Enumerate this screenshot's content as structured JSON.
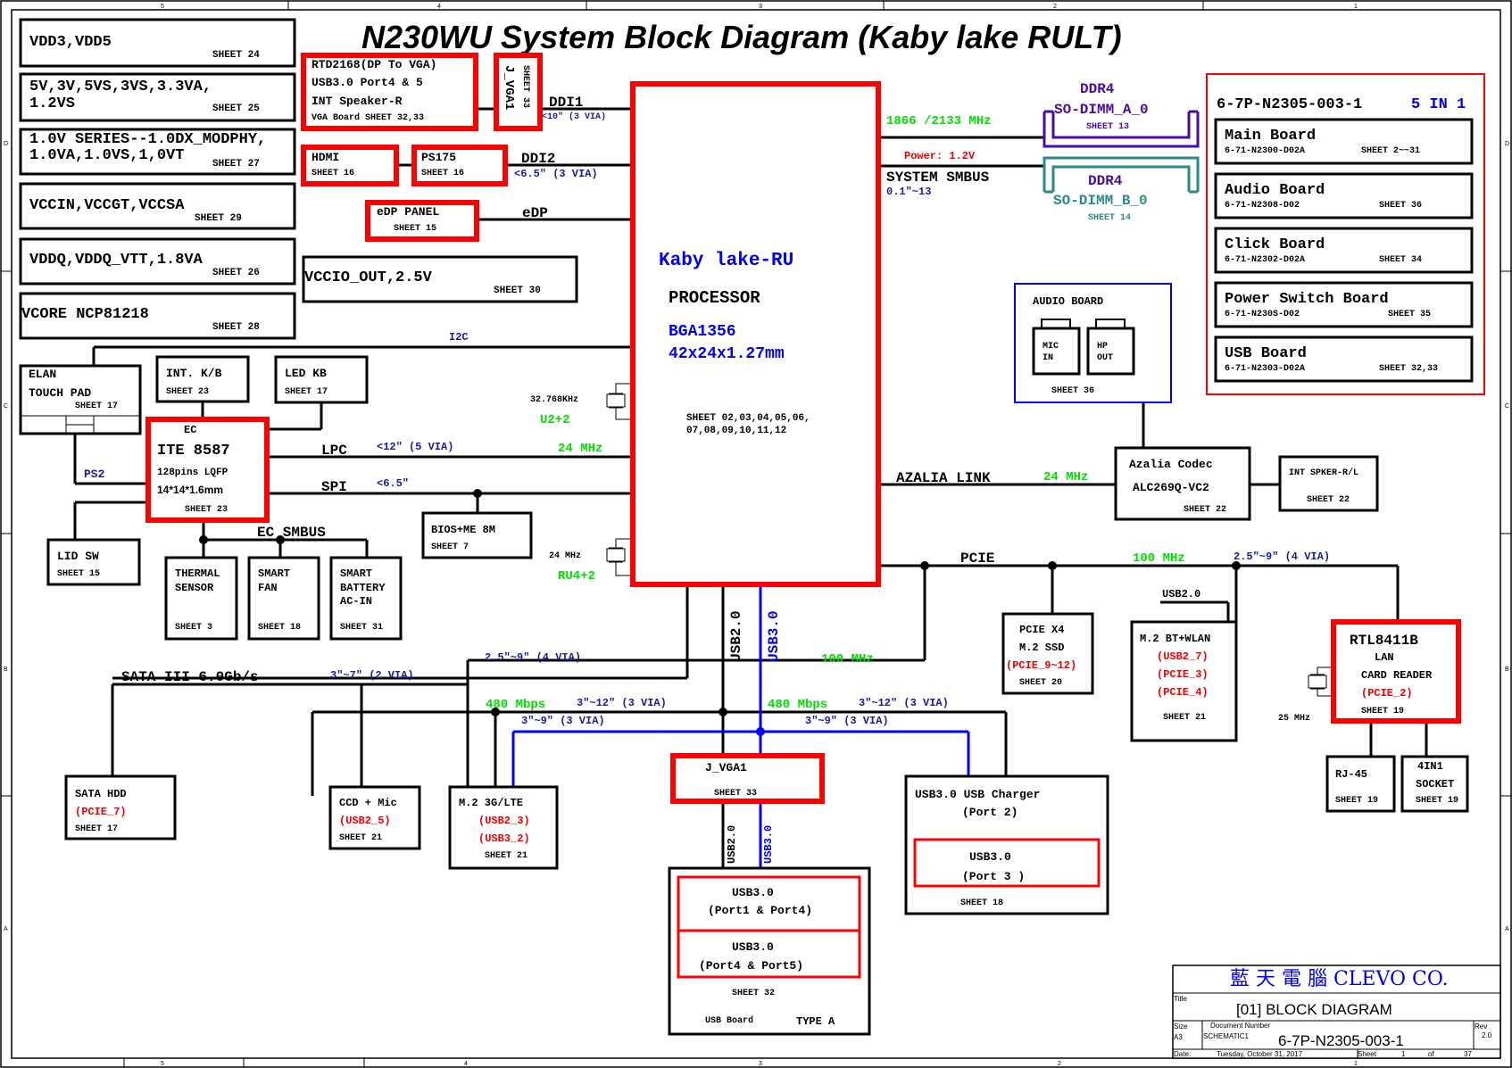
{
  "title": "N230WU System Block Diagram (Kaby lake RULT)",
  "frame": {
    "columns": [
      "5",
      "4",
      "3",
      "2",
      "1"
    ],
    "rows": [
      "D",
      "C",
      "B",
      "A"
    ]
  },
  "power_blocks": [
    {
      "label1": "VDD3,VDD5",
      "label2": "",
      "sheet": "SHEET 24"
    },
    {
      "label1": "5V,3V,5VS,3VS,3.3VA,",
      "label2": "1.2VS",
      "sheet": "SHEET 25"
    },
    {
      "label1": "1.0V SERIES--1.0DX_MODPHY,",
      "label2": "1.0VA,1.0VS,1,0VT",
      "sheet": "SHEET 27"
    },
    {
      "label1": "VCCIN,VCCGT,VCCSA",
      "label2": "",
      "sheet": "SHEET 29"
    },
    {
      "label1": "VDDQ,VDDQ_VTT,1.8VA",
      "label2": "",
      "sheet": "SHEET 26"
    },
    {
      "label1": "VCORE NCP81218",
      "label2": "",
      "sheet": "SHEET 28"
    }
  ],
  "vccio": {
    "label": "VCCIO_OUT,2.5V",
    "sheet": "SHEET 30"
  },
  "rtd": {
    "l1": "RTD2168(DP To VGA)",
    "l2": "USB3.0 Port4 & 5",
    "l3": "INT Speaker-R",
    "l4": "VGA Board SHEET 32,33"
  },
  "jvga_top": {
    "label": "J_VGA1",
    "sheet": "SHEET 33"
  },
  "hdmi": {
    "label": "HDMI",
    "sheet": "SHEET 16"
  },
  "ps175": {
    "label": "PS175",
    "sheet": "SHEET 16"
  },
  "edp_panel": {
    "label": "eDP PANEL",
    "sheet": "SHEET 15"
  },
  "buses": {
    "ddi1": "DDI1",
    "ddi1_spec": "<10\" (3 VIA)",
    "ddi2": "DDI2",
    "ddi2_spec": "<6.5\" (3 VIA)",
    "edp": "eDP",
    "i2c": "I2C",
    "lpc": "LPC",
    "lpc_spec": "<12\" (5 VIA)",
    "lpc_clk": "24 MHz",
    "spi": "SPI",
    "spi_spec": "<6.5\"",
    "ps2": "PS2",
    "ec_smbus": "EC SMBUS",
    "sata": "SATA III 6.0Gb/s",
    "sata_spec": "3\"~7\" (2 VIA)",
    "pcie_left_spec": "2.5\"~9\" (4 VIA)",
    "usb2": "USB2.0",
    "usb3": "USB3.0",
    "pcie_left_clk": "100 MHz",
    "usb2_rate_l": "480 Mbps",
    "usb2_spec_l": "3\"~12\" (3 VIA)",
    "usb3_spec_l": "3\"~9\" (3 VIA)",
    "usb2_rate_r": "480 Mbps",
    "usb2_spec_r": "3\"~12\" (3 VIA)",
    "usb3_spec_r": "3\"~9\" (3 VIA)",
    "mem_clk": "1866 /2133 MHz",
    "mem_power": "Power: 1.2V",
    "sys_smbus": "SYSTEM SMBUS",
    "sys_smbus_spec": "0.1\"~13",
    "azalia": "AZALIA LINK",
    "azalia_clk": "24 MHz",
    "pcie": "PCIE",
    "pcie_clk": "100 MHz",
    "pcie_spec": "2.5\"~9\" (4 VIA)",
    "usb2_wlan": "USB2.0"
  },
  "crystals": {
    "rtc": "32.768KHz",
    "rtc_ref": "U2+2",
    "main": "24 MHz",
    "main_ref": "RU4+2",
    "lan": "25 MHz"
  },
  "cpu": {
    "name": "Kaby lake-RU",
    "type": "PROCESSOR",
    "pkg": "BGA1356",
    "size": "42x24x1.27mm",
    "sheets1": "SHEET 02,03,04,05,06,",
    "sheets2": "07,08,09,10,11,12"
  },
  "dimm_a": {
    "l1": "DDR4",
    "l2": "SO-DIMM_A_0",
    "sheet": "SHEET 13"
  },
  "dimm_b": {
    "l1": "DDR4",
    "l2": "SO-DIMM_B_0",
    "sheet": "SHEET 14"
  },
  "boards": {
    "header_pn": "6-7P-N2305-003-1",
    "header_count": "5 IN 1",
    "items": [
      {
        "name": "Main Board",
        "pn": "6-71-N2300-D02A",
        "sheet": "SHEET 2~~31"
      },
      {
        "name": "Audio Board",
        "pn": "6-71-N2308-D02",
        "sheet": "SHEET 36"
      },
      {
        "name": "Click Board",
        "pn": "6-71-N2302-D02A",
        "sheet": "SHEET 34"
      },
      {
        "name": "Power Switch Board",
        "pn": "6-71-N230S-D02",
        "sheet": "SHEET 35"
      },
      {
        "name": "USB Board",
        "pn": "6-71-N2303-D02A",
        "sheet": "SHEET 32,33"
      }
    ]
  },
  "audio_board": {
    "title": "AUDIO BOARD",
    "mic1": "MIC",
    "mic2": "IN",
    "hp1": "HP",
    "hp2": "OUT",
    "sheet": "SHEET 36"
  },
  "codec": {
    "l1": "Azalia Codec",
    "l2": "ALC269Q-VC2",
    "sheet": "SHEET 22"
  },
  "spk": {
    "label": "INT SPKER-R/L",
    "sheet": "SHEET 22"
  },
  "touchpad": {
    "l1": "ELAN",
    "l2": "TOUCH PAD",
    "sheet": "SHEET 17"
  },
  "intkb": {
    "label": "INT. K/B",
    "sheet": "SHEET 23"
  },
  "ledkb": {
    "label": "LED KB",
    "sheet": "SHEET 17"
  },
  "ec": {
    "l0": "EC",
    "l1": "ITE 8587",
    "l2": "128pins LQFP",
    "l3": "14*14*1.6mm",
    "sheet": "SHEET 23"
  },
  "bios": {
    "label": "BIOS+ME 8M",
    "sheet": "SHEET 7"
  },
  "lidsw": {
    "label": "LID SW",
    "sheet": "SHEET 15"
  },
  "thermal": {
    "l1": "THERMAL",
    "l2": "SENSOR",
    "sheet": "SHEET 3"
  },
  "fan": {
    "l1": "SMART",
    "l2": "FAN",
    "sheet": "SHEET 18"
  },
  "battery": {
    "l1": "SMART",
    "l2": "BATTERY",
    "l3": "AC-IN",
    "sheet": "SHEET 31"
  },
  "ssd": {
    "l1": "PCIE X4",
    "l2": "M.2 SSD",
    "l3": "(PCIE_9~12)",
    "sheet": "SHEET 20"
  },
  "wlan": {
    "l1": "M.2 BT+WLAN",
    "l2": "(USB2_7)",
    "l3": "(PCIE_3)",
    "l4": "(PCIE_4)",
    "sheet": "SHEET 21"
  },
  "lan": {
    "l1": "RTL8411B",
    "l2": "LAN",
    "l3": "CARD READER",
    "l4": "(PCIE_2)",
    "sheet": "SHEET 19"
  },
  "rj45": {
    "label": "RJ-45",
    "sheet": "SHEET 19"
  },
  "socket": {
    "l1": "4IN1",
    "l2": "SOCKET",
    "sheet": "SHEET 19"
  },
  "hdd": {
    "l1": "SATA HDD",
    "l2": "(PCIE_7)",
    "sheet": "SHEET 17"
  },
  "ccd": {
    "l1": "CCD + Mic",
    "l2": "(USB2_5)",
    "sheet": "SHEET 21"
  },
  "lte": {
    "l1": "M.2 3G/LTE",
    "l2": "(USB2_3)",
    "l3": "(USB3_2)",
    "sheet": "SHEET 21"
  },
  "jvga_bottom": {
    "label": "J_VGA1",
    "sheet": "SHEET 33"
  },
  "usb_board": {
    "p1a": "USB3.0",
    "p1b": "(Port1 & Port4)",
    "p2a": "USB3.0",
    "p2b": "(Port4 & Port5)",
    "sheet": "SHEET 32",
    "name": "USB Board",
    "type": "TYPE A"
  },
  "charger": {
    "l1": "USB3.0 USB Charger",
    "l2": "(Port 2)",
    "p1": "USB3.0",
    "p2": "(Port 3 )",
    "sheet": "SHEET 18"
  },
  "titleblock": {
    "company": "藍 天 電 腦  CLEVO CO.",
    "title_lbl": "Title",
    "title": "[01] BLOCK DIAGRAM",
    "size_lbl": "Size",
    "size": "A3",
    "docnum_lbl": "Document Number",
    "docname": "SCHEMATIC1",
    "docnum": "6-7P-N2305-003-1",
    "rev_lbl": "Rev",
    "rev": "2.0",
    "date_lbl": "Date:",
    "date": "Tuesday, October 31, 2017",
    "sheet_lbl": "Sheet",
    "sheet": "1",
    "of_lbl": "of",
    "total": "37"
  }
}
